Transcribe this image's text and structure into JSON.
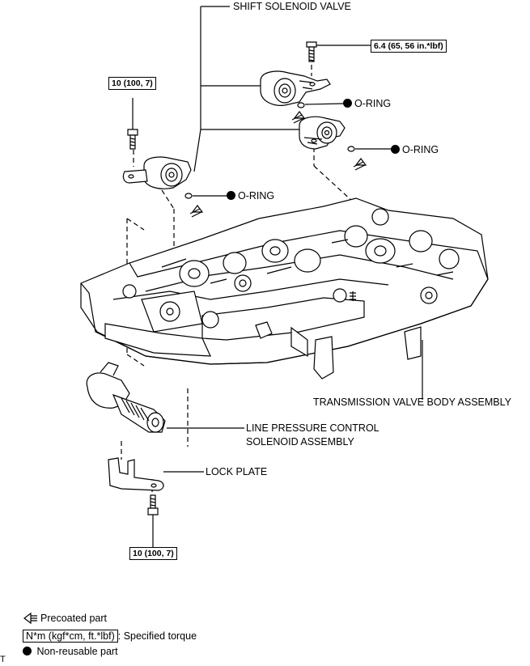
{
  "labels": {
    "shift_solenoid_valve": "SHIFT SOLENOID VALVE",
    "o_ring": "O-RING",
    "transmission_valve_body": "TRANSMISSION VALVE BODY ASSEMBLY",
    "line_pressure_line1": "LINE PRESSURE CONTROL",
    "line_pressure_line2": "SOLENOID ASSEMBLY",
    "lock_plate": "LOCK PLATE",
    "corner_mark": "T"
  },
  "torques": {
    "shift_bolt": "6.4 (65, 56 in.*lbf)",
    "left_bolt": "10 (100, 7)",
    "lock_bolt": "10 (100, 7)"
  },
  "legend": {
    "precoated": "Precoated part",
    "torque_box": "N*m (kgf*cm, ft.*lbf)",
    "torque_suffix": ": Specified torque",
    "nonreusable": "Non-reusable part"
  }
}
